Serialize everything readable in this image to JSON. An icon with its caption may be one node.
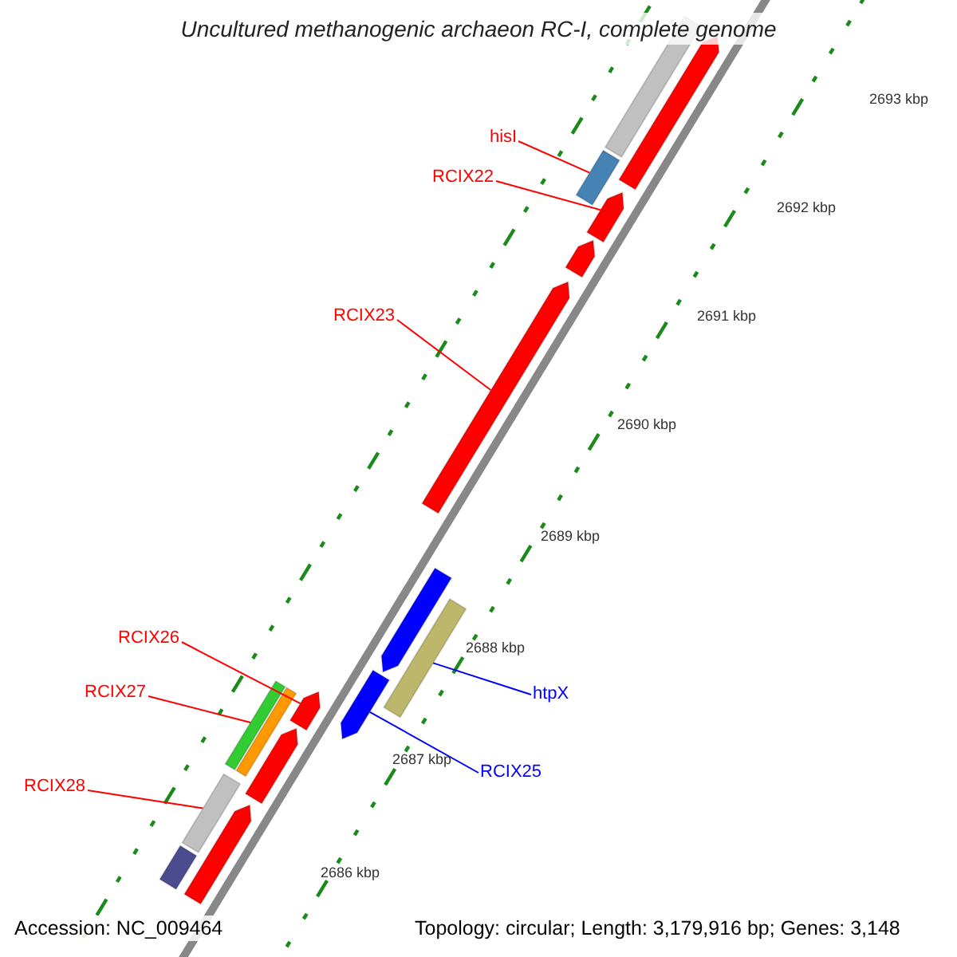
{
  "diagram": {
    "title": "Uncultured methanogenic archaeon RC-I, complete genome",
    "nodes": [
      {
        "text": [
          "hisI"
        ]
      },
      {
        "text": [
          "RCIX22"
        ]
      },
      {
        "text": [
          "RCIX23"
        ]
      },
      {
        "text": [
          "RCIX26"
        ]
      },
      {
        "text": [
          "RCIX27"
        ]
      },
      {
        "text": [
          "RCIX28"
        ]
      },
      {
        "text": [
          "htpX"
        ]
      },
      {
        "text": [
          "RCIX25"
        ]
      },
      {
        "text": [],
        "shape": "arrow"
      },
      {
        "text": [],
        "shape": "bar"
      },
      {
        "text": [],
        "shape": "bar"
      },
      {
        "text": [],
        "shape": "arrow"
      },
      {
        "text": [],
        "shape": "arrow"
      },
      {
        "text": [],
        "shape": "arrow"
      },
      {
        "text": [],
        "shape": "arrow"
      },
      {
        "text": [],
        "shape": "bar"
      },
      {
        "text": [],
        "shape": "arrow"
      },
      {
        "text": [],
        "shape": "arrow"
      },
      {
        "text": [],
        "shape": "bar"
      },
      {
        "text": [],
        "shape": "bar"
      },
      {
        "text": [],
        "shape": "arrow"
      },
      {
        "text": [],
        "shape": "bar"
      },
      {
        "text": [],
        "shape": "arrow"
      },
      {
        "text": [],
        "shape": "bar"
      }
    ],
    "edges": [
      {
        "from": 0,
        "to": 10,
        "arrow": "none"
      },
      {
        "from": 1,
        "to": 11,
        "arrow": "none"
      },
      {
        "from": 2,
        "to": 13,
        "arrow": "none"
      },
      {
        "from": 3,
        "to": 17,
        "arrow": "none"
      },
      {
        "from": 4,
        "to": 18,
        "arrow": "none"
      },
      {
        "from": 5,
        "to": 21,
        "arrow": "none"
      },
      {
        "from": 6,
        "to": 15,
        "arrow": "none",
        "color": "#0000ff"
      },
      {
        "from": 7,
        "to": 16,
        "arrow": "none",
        "color": "#0000ff"
      }
    ],
    "labels": [
      "2693 kbp",
      "2692 kbp",
      "2691 kbp",
      "2690 kbp",
      "2689 kbp",
      "2688 kbp",
      "2687 kbp",
      "2686 kbp",
      "Accession: NC_009464",
      "Topology: circular; Length: 3,179,916 bp; Genes: 3,148"
    ]
  }
}
